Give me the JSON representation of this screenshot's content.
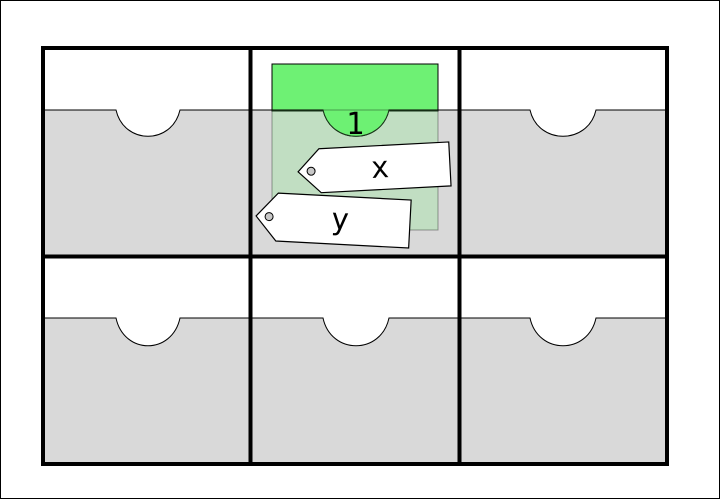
{
  "diagram": {
    "card_label": "1",
    "tags": [
      {
        "label": "x"
      },
      {
        "label": "y"
      }
    ],
    "colors": {
      "frame": "#000000",
      "pocket_fill": "#d9d9d9",
      "card_fill": "#6ef174",
      "tag_fill": "#ffffff",
      "tag_hole": "#c8c8c8"
    }
  }
}
